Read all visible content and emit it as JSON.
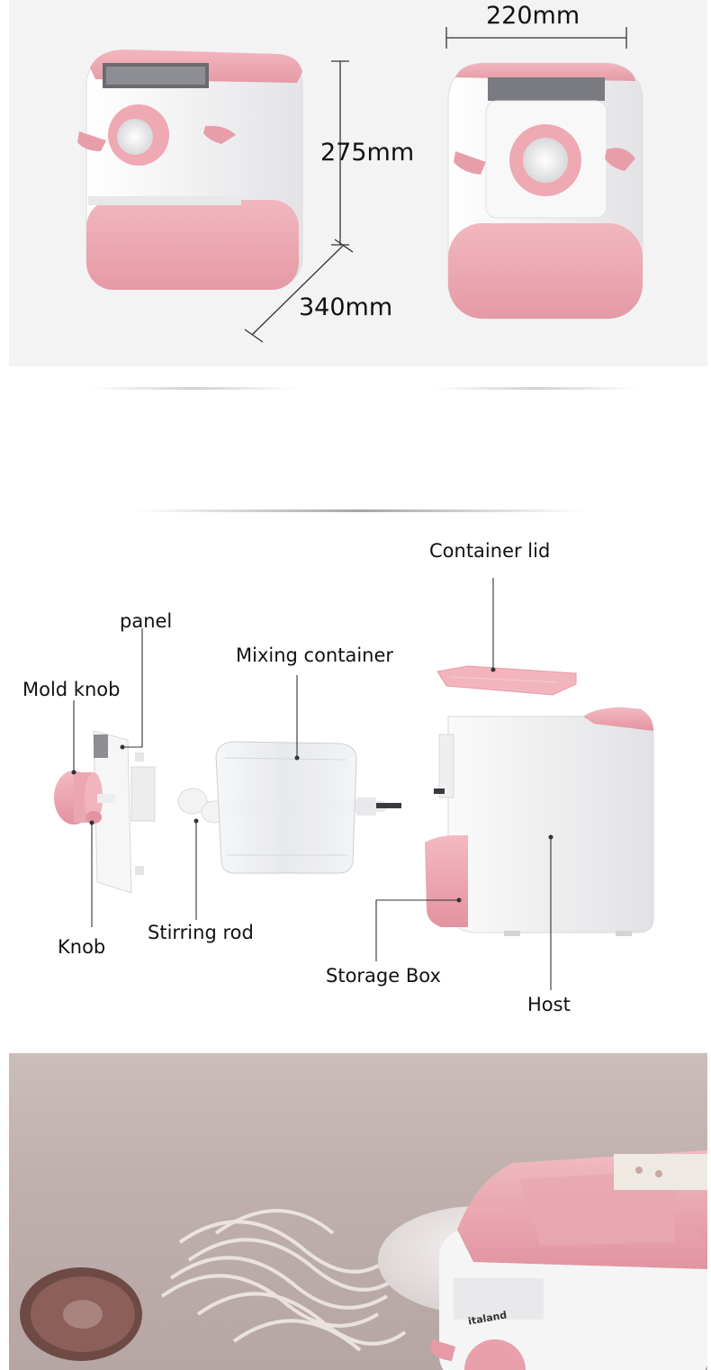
{
  "dimensions": {
    "width_label": "220mm",
    "height_label": "275mm",
    "depth_label": "340mm"
  },
  "brand": {
    "logo_text": "italand"
  },
  "parts": {
    "container_lid": "Container lid",
    "panel": "panel",
    "mixing_container": "Mixing container",
    "mold_knob": "Mold knob",
    "knob": "Knob",
    "stirring_rod": "Stirring rod",
    "storage_box": "Storage Box",
    "host": "Host"
  },
  "colors": {
    "accent_pink": "#eaa3ad",
    "body_white": "#f4f4f5",
    "panel_bg": "#f3f3f4",
    "lifestyle_bg": "#c2b3b1"
  }
}
